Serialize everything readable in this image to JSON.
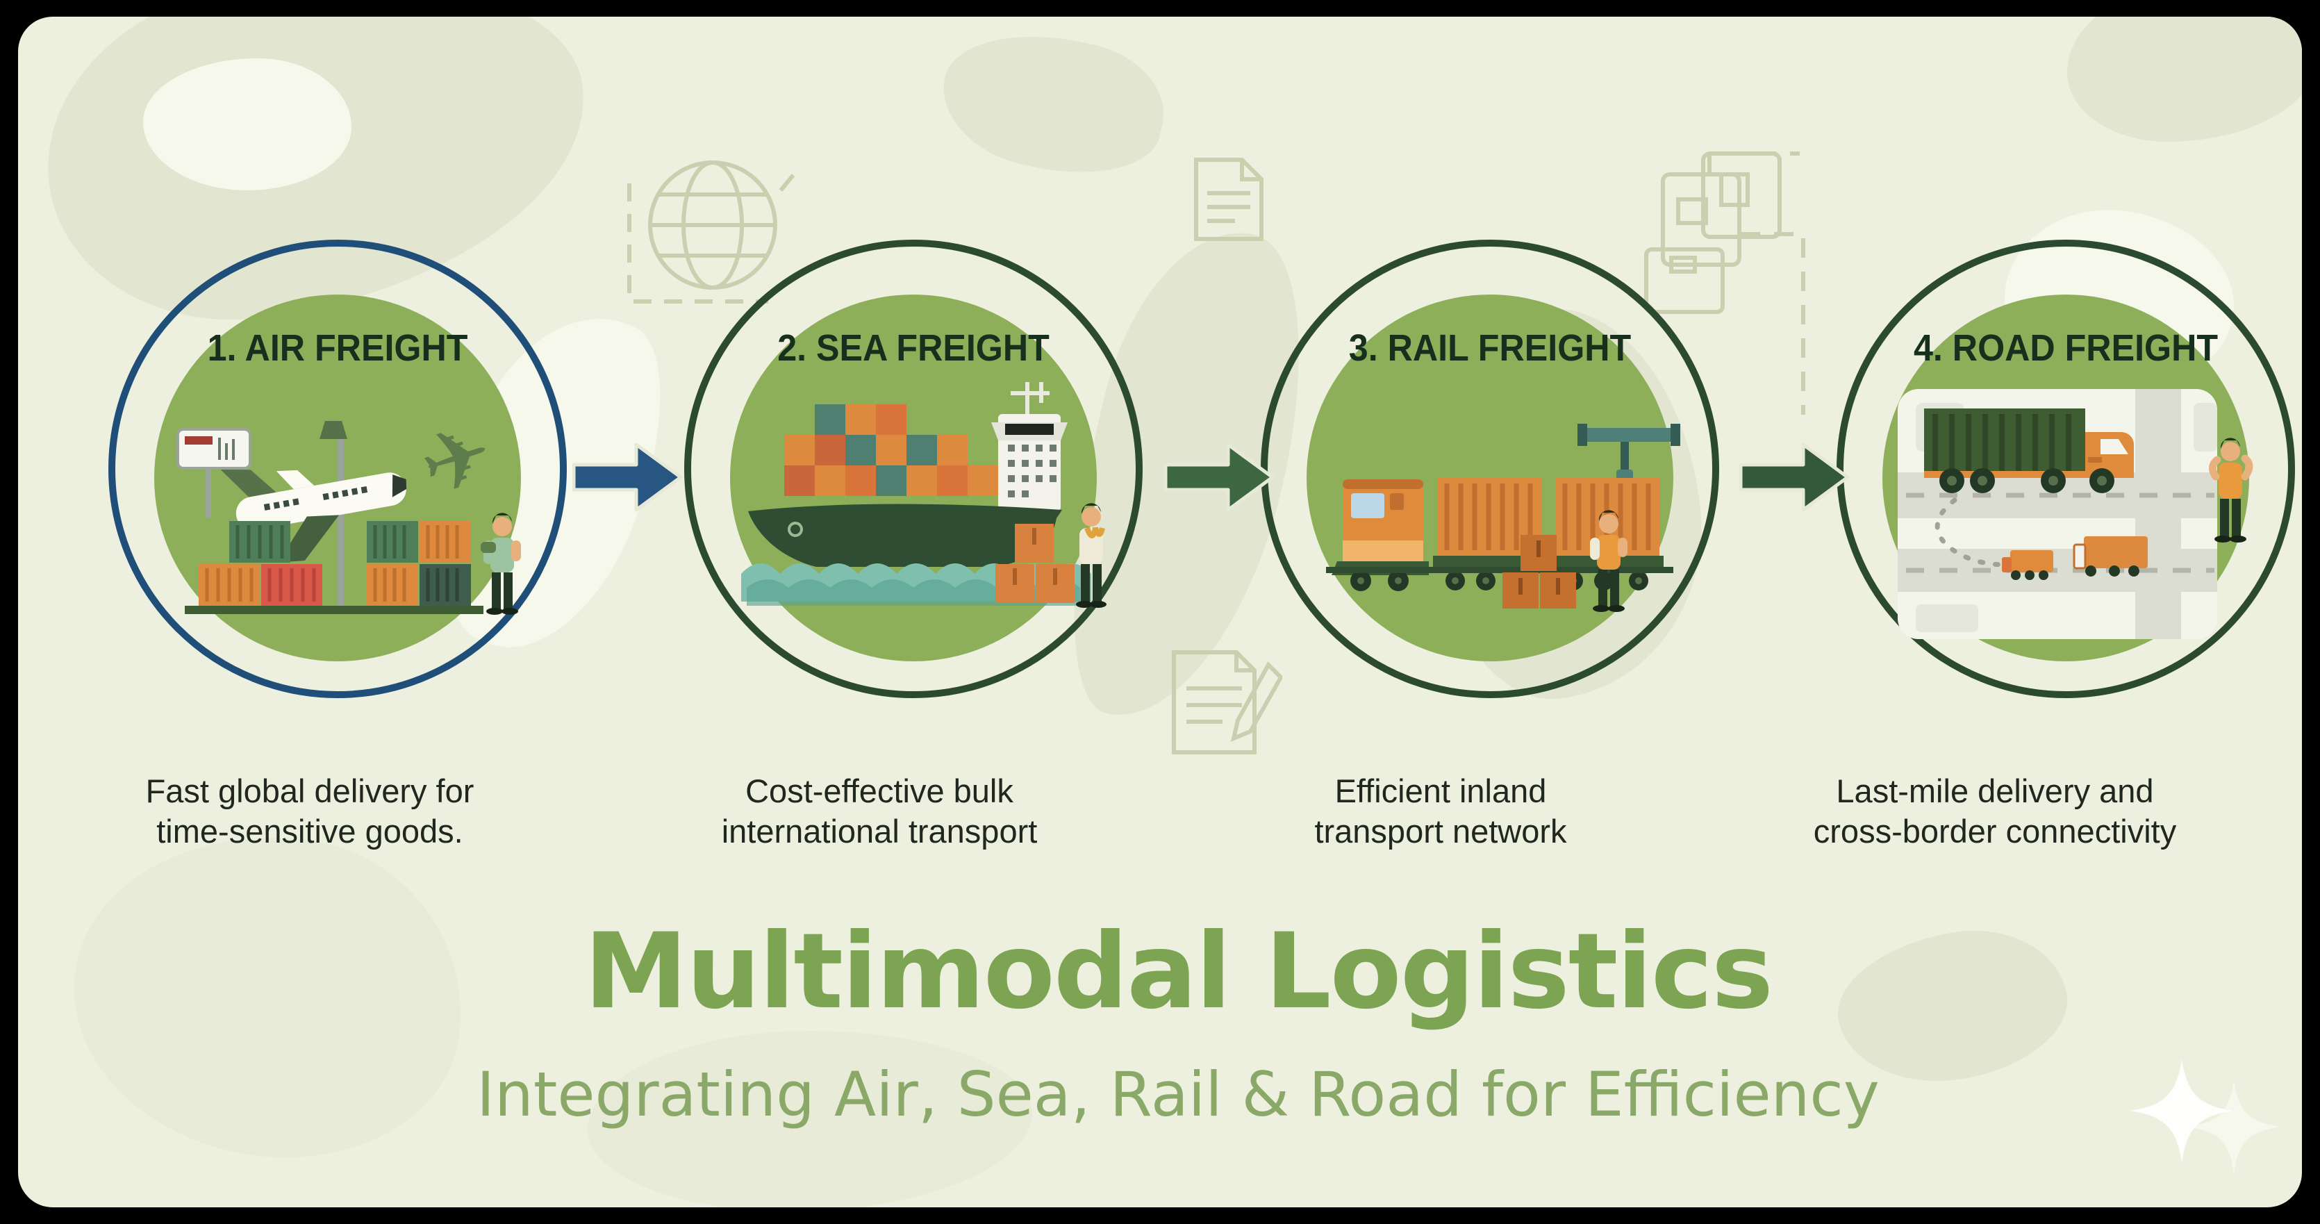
{
  "infographic": {
    "title": "Multimodal Logistics",
    "subtitle": "Integrating Air, Sea, Rail & Road for Efficiency"
  },
  "steps": [
    {
      "label": "1. AIR FREIGHT",
      "desc_line1": "Fast global delivery for",
      "desc_line2": "time-sensitive goods.",
      "ring_color": "#1f4e79",
      "illustration": "cargo-plane-with-containers-and-worker"
    },
    {
      "label": "2. SEA FREIGHT",
      "desc_line1": "Cost-effective bulk",
      "desc_line2": "international transport",
      "ring_color": "#2c4a30",
      "illustration": "container-ship-with-boxes-and-worker"
    },
    {
      "label": "3. RAIL FREIGHT",
      "desc_line1": "Efficient inland",
      "desc_line2": "transport network",
      "ring_color": "#2c4a30",
      "illustration": "freight-train-with-crane-and-worker"
    },
    {
      "label": "4. ROAD FREIGHT",
      "desc_line1": "Last-mile delivery and",
      "desc_line2": "cross-border connectivity",
      "ring_color": "#2c4a30",
      "illustration": "delivery-trucks-on-map-with-worker"
    }
  ],
  "arrows": [
    {
      "name": "arrow-air-to-sea",
      "color": "#265681"
    },
    {
      "name": "arrow-sea-to-rail",
      "color": "#3c6741"
    },
    {
      "name": "arrow-rail-to-road",
      "color": "#33583a"
    }
  ],
  "colors": {
    "frame": "#000000",
    "card_background": "#eef0df",
    "map_blob": "#e2e6d0",
    "circle_fill": "#8daf5a",
    "ring_navy": "#1f4e79",
    "ring_green": "#2c4a30",
    "step_label_text": "#17301d",
    "description_text": "#20271f",
    "title_green": "#7ca452",
    "subtitle_green": "#8aa868",
    "container_orange": "#dd8a3f",
    "container_red": "#d9584a",
    "container_teal": "#4e7f70",
    "ship_hull_green": "#2e4d33",
    "wave_teal": "#7fbfae",
    "decor_outline": "#cbcfb0",
    "sparkle_white": "#ffffff"
  },
  "decor_icons": [
    "globe-icon",
    "document-icon",
    "customs-machine-icon",
    "invoice-pencil-icon",
    "sparkle-icon"
  ]
}
